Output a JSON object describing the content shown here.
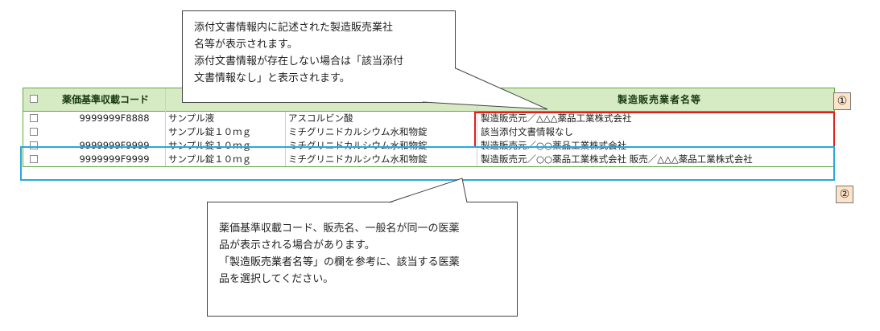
{
  "callout_top": {
    "line1": "添付文書情報内に記述された製造販売業社",
    "line2": "名等が表示されます。",
    "line3": "添付文書情報が存在しない場合は「該当添付",
    "line4": "文書情報なし」と表示されます。"
  },
  "callout_bottom": {
    "line1": "薬価基準収載コード、販売名、一般名が同一の医薬",
    "line2": "品が表示される場合があります。",
    "line3": "「製造販売業者名等」の欄を参考に、該当する医薬",
    "line4": "品を選択してください。"
  },
  "table": {
    "headers": {
      "code": "薬価基準収載コード",
      "manufacturer": "製造販売業者名等"
    },
    "rows": [
      {
        "code": "9999999F8888",
        "name": "サンプル液",
        "generic": "アスコルビン酸",
        "manufacturer": "製造販売元／△△△薬品工業株式会社"
      },
      {
        "code": "",
        "name": "サンプル錠１０ｍｇ",
        "generic": "ミチグリニドカルシウム水和物錠",
        "manufacturer": "該当添付文書情報なし"
      },
      {
        "code": "9999999F9999",
        "name": "サンプル錠１０ｍｇ",
        "generic": "ミチグリニドカルシウム水和物錠",
        "manufacturer": "製造販売元／○○薬品工業株式会社"
      },
      {
        "code": "9999999F9999",
        "name": "サンプル錠１０ｍｇ",
        "generic": "ミチグリニドカルシウム水和物錠",
        "manufacturer": "製造販売元／○○薬品工業株式会社 販売／△△△薬品工業株式会社"
      }
    ]
  },
  "markers": {
    "one": "①",
    "two": "②"
  },
  "colors": {
    "header_bg": "#d6ebc3",
    "header_border": "#62a943",
    "red_box": "#e0201c",
    "blue_box": "#2aa7dd",
    "marker_bg": "#fde3c8"
  }
}
